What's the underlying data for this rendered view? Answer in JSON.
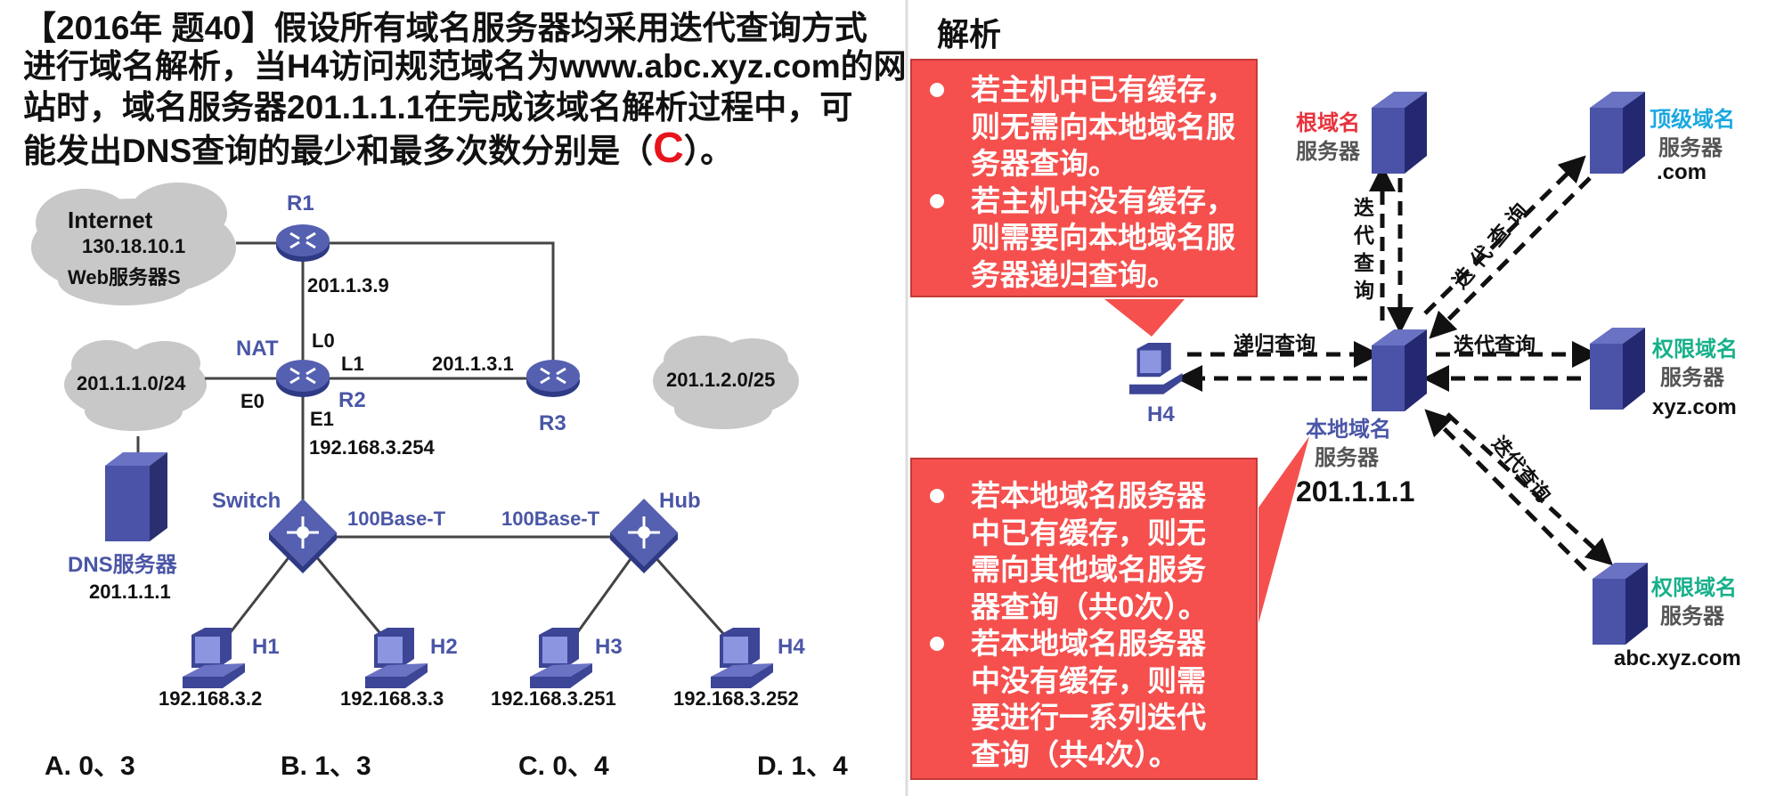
{
  "question": {
    "lines": [
      "【2016年 题40】假设所有域名服务器均采用迭代查询方式",
      "进行域名解析，当H4访问规范域名为www.abc.xyz.com的网",
      "站时，域名服务器201.1.1.1在完成该域名解析过程中，可",
      "能发出DNS查询的最少和最多次数分别是（"
    ],
    "answer": "C",
    "tail": "）。",
    "answer_color": "#e8141b"
  },
  "network": {
    "internet_cloud": [
      "Internet",
      "130.18.10.1",
      "Web服务器S"
    ],
    "r1": "R1",
    "r1_ip": "201.1.3.9",
    "nat": "NAT",
    "l0": "L0",
    "l1": "L1",
    "r3_ip": "201.1.3.1",
    "net1": "201.1.1.0/24",
    "net2": "201.1.2.0/25",
    "e0": "E0",
    "r2": "R2",
    "r3": "R3",
    "e1": "E1",
    "e1_ip": "192.168.3.254",
    "dns_label": "DNS服务器",
    "dns_ip": "201.1.1.1",
    "switch": "Switch",
    "hub": "Hub",
    "link1": "100Base-T",
    "link2": "100Base-T",
    "hosts": [
      {
        "name": "H1",
        "ip": "192.168.3.2"
      },
      {
        "name": "H2",
        "ip": "192.168.3.3"
      },
      {
        "name": "H3",
        "ip": "192.168.3.251"
      },
      {
        "name": "H4",
        "ip": "192.168.3.252"
      }
    ]
  },
  "options": [
    "A. 0、3",
    "B. 1、3",
    "C. 0、4",
    "D. 1、4"
  ],
  "analysis": {
    "title": "解析",
    "callout1": [
      "若主机中已有缓存，则无需向本地域名服务器查询。",
      "若主机中没有缓存，则需要向本地域名服务器递归查询。"
    ],
    "callout2": [
      "若本地域名服务器中已有缓存，则无需向其他域名服务器查询（共0次）。",
      "若本地域名服务器中没有缓存，则需要进行一系列迭代查询（共4次）。"
    ],
    "root": {
      "name": "根域名",
      "sub": "服务器"
    },
    "tld": {
      "name": "顶级域名",
      "sub": "服务器",
      "domain": ".com"
    },
    "auth1": {
      "name": "权限域名",
      "sub": "服务器",
      "domain": "xyz.com"
    },
    "auth2": {
      "name": "权限域名",
      "sub": "服务器",
      "domain": "abc.xyz.com"
    },
    "local": {
      "name": "本地域名",
      "sub": "服务器",
      "ip": "201.1.1.1"
    },
    "host": "H4",
    "recursive": "递归查询",
    "iter_root": "迭代查询",
    "iter_tld": "迭代查询",
    "iter_auth1": "迭代查询",
    "iter_auth2": "迭代查询",
    "colors": {
      "callout": "#f5504e",
      "root": "#e8323c",
      "tld": "#1aa8e0",
      "auth": "#17b08a",
      "device": "#4a56a6"
    }
  }
}
